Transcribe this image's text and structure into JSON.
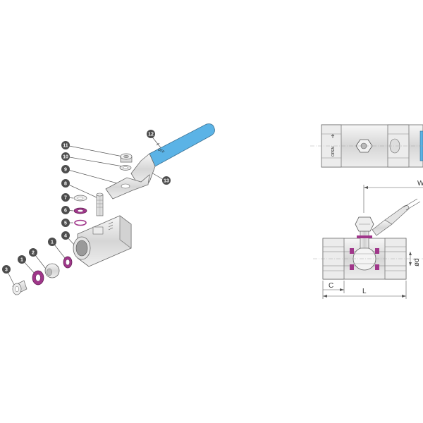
{
  "colors": {
    "handle": "#5bb3e6",
    "seal": "#a0368a",
    "outline": "#6e6e6e",
    "callout": "#4d4d4d",
    "metal": "#e2e2e2"
  },
  "callouts": [
    "1",
    "1",
    "2",
    "3",
    "4",
    "5",
    "6",
    "7",
    "8",
    "9",
    "10",
    "11",
    "12",
    "13"
  ],
  "dimensions": {
    "c": "C",
    "l": "L",
    "d": "ød",
    "w": "W"
  },
  "handle_marks": {
    "exploded": "OFF",
    "top_view": "OPEN"
  }
}
